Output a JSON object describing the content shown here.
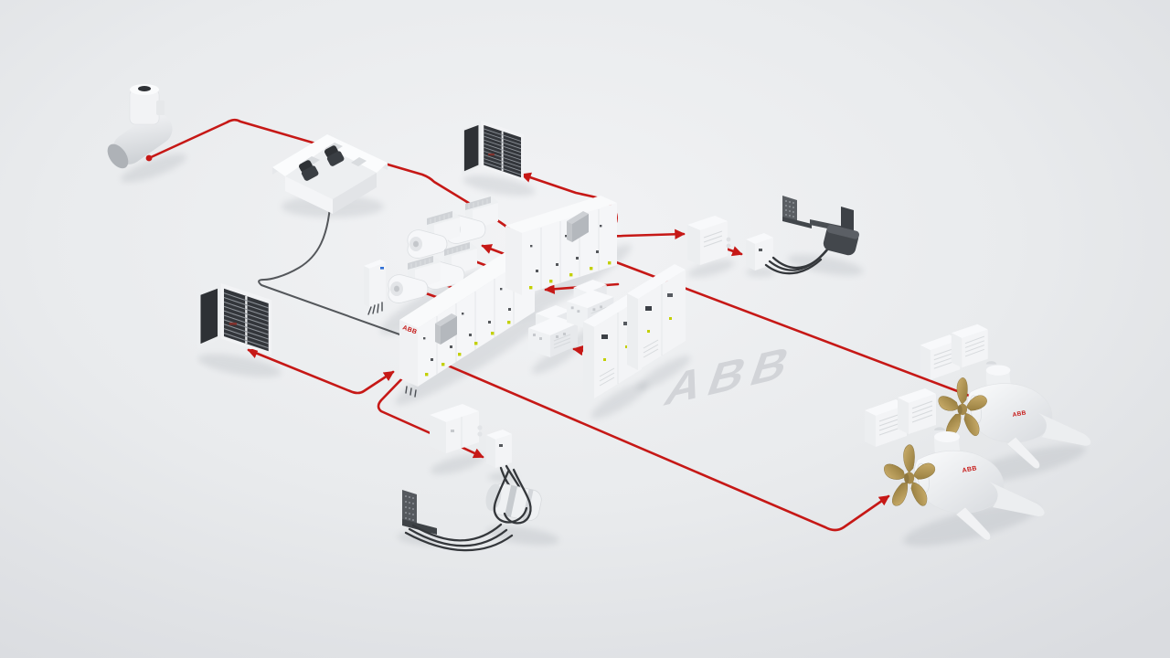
{
  "scene": {
    "background_center": "#f2f3f5",
    "background_edge": "#dadce0",
    "connection_red": "#c61816",
    "control_gray": "#54575b",
    "cable_black": "#34373b",
    "propeller_gold": "#b59a58",
    "equipment_white": "#f4f5f7",
    "battery_module_dark": "#33363b",
    "watermark_gray": "#d2d4d8"
  },
  "labels": {
    "main_switchboard_logo": "ABB",
    "azipod_front_logo": "ABB",
    "azipod_rear_logo": "ABB",
    "floor_watermark": "ABB"
  }
}
